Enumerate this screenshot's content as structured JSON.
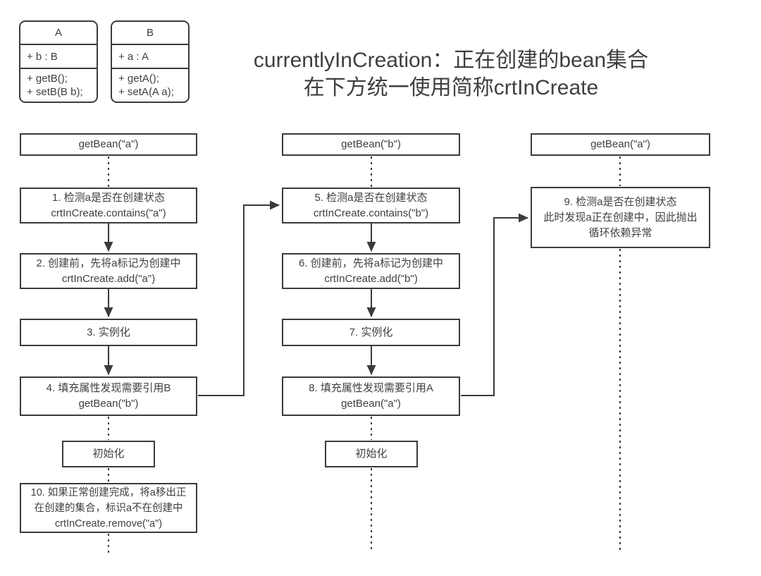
{
  "title": {
    "line1": "currentlyInCreation：正在创建的bean集合",
    "line2": "在下方统一使用简称crtInCreate"
  },
  "uml": {
    "class_a": {
      "name": "A",
      "attribute": "+ b : B",
      "methods": "+ getB();\n+ setB(B b);"
    },
    "class_b": {
      "name": "B",
      "attribute": "+ a : A",
      "methods": "+ getA();\n+ setA(A a);"
    }
  },
  "flow": {
    "col1": {
      "get_bean": "getBean(\"a\")",
      "step1": "1. 检测a是否在创建状态\ncrtInCreate.contains(\"a\")",
      "step2": "2. 创建前，先将a标记为创建中\ncrtInCreate.add(\"a\")",
      "step3": "3. 实例化",
      "step4": "4. 填充属性发现需要引用B\ngetBean(\"b\")",
      "init": "初始化",
      "step10": "10. 如果正常创建完成，将a移出正\n在创建的集合，标识a不在创建中\ncrtInCreate.remove(\"a\")"
    },
    "col2": {
      "get_bean": "getBean(\"b\")",
      "step5": "5. 检测a是否在创建状态\ncrtInCreate.contains(\"b\")",
      "step6": "6. 创建前，先将a标记为创建中\ncrtInCreate.add(\"b\")",
      "step7": "7. 实例化",
      "step8": "8. 填充属性发现需要引用A\ngetBean(\"a\")",
      "init": "初始化"
    },
    "col3": {
      "get_bean": "getBean(\"a\")",
      "step9": "9. 检测a是否在创建状态\n此时发现a正在创建中，因此抛出\n循环依赖异常"
    }
  },
  "colors": {
    "stroke": "#3b3b3b",
    "text": "#3f3f3f",
    "background": "#ffffff"
  }
}
